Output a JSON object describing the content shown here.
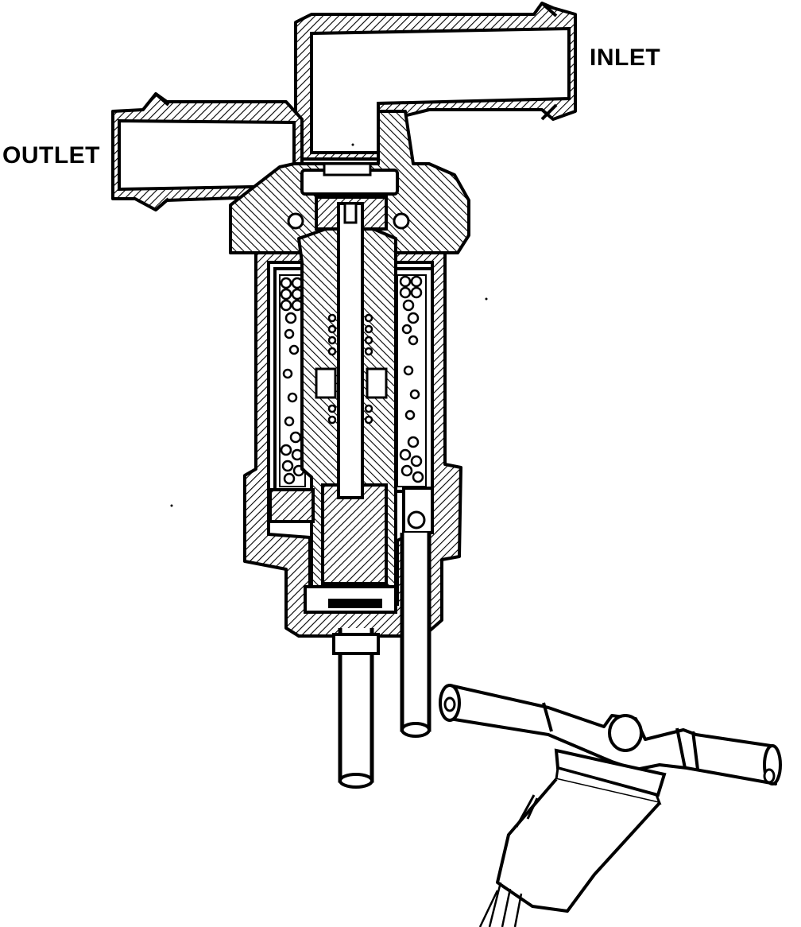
{
  "labels": {
    "inlet": "INLET",
    "outlet": "OUTLET"
  },
  "figure": {
    "subject": "solenoid-valve-cross-section",
    "inset": "solenoid-valve-exterior",
    "colors": {
      "ink": "#000000",
      "paper": "#ffffff"
    }
  }
}
